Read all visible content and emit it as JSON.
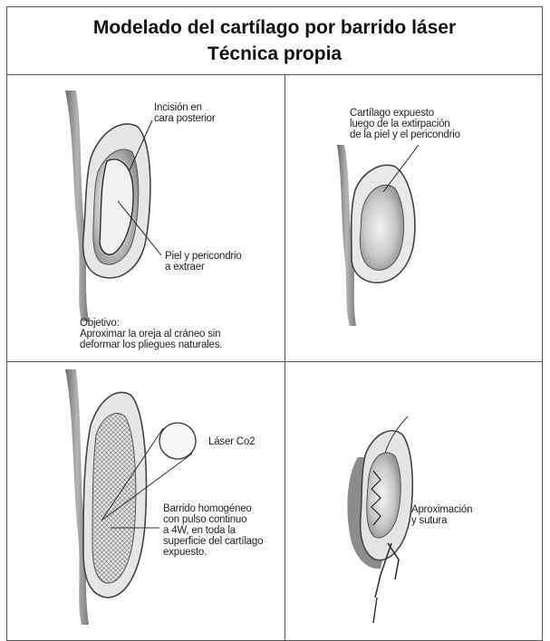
{
  "title": {
    "line1": "Modelado del cartílago por barrido láser",
    "line2": "Técnica propia"
  },
  "panels": {
    "top_left": {
      "label_incision": "Incisión en\ncara posterior",
      "label_skin": "Piel y pericondrio\na extraer",
      "objective": "Objetivo:\nAproximar la oreja al cráneo sin\ndeformar los pliegues naturales."
    },
    "top_right": {
      "label_cartilage": "Cartílago expuesto\nluego de la extirpación\nde la piel y el pericondrio"
    },
    "bottom_left": {
      "label_laser": "Láser Co2",
      "label_sweep": "Barrido homogéneo\ncon pulso continuo\na 4W, en toda la\nsuperficie del cartílago\nexpuesto."
    },
    "bottom_right": {
      "label_suture": "Aproximación\ny sutura"
    }
  },
  "colors": {
    "border": "#555555",
    "text": "#1a1a1a",
    "ear_fill": "#d9d9d9",
    "ear_shadow": "#8c8c8c"
  }
}
